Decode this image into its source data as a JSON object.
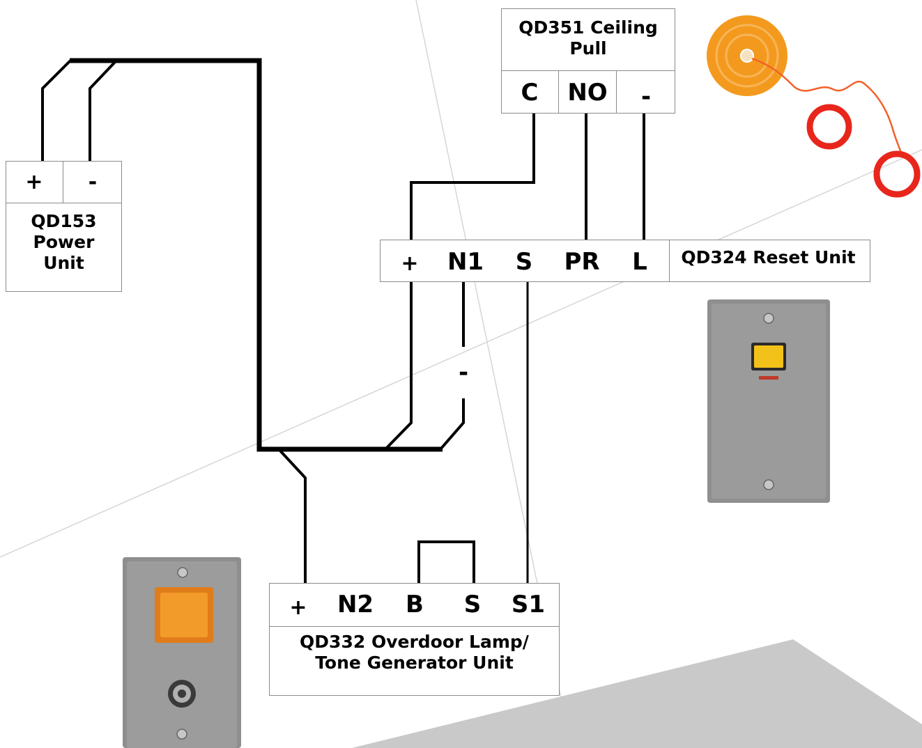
{
  "power_unit": {
    "title": "QD153 Power Unit",
    "title_lines": [
      "QD153",
      "Power",
      "Unit"
    ],
    "terminals": [
      "+",
      "-"
    ]
  },
  "ceiling_pull": {
    "title": "QD351 Ceiling Pull",
    "title_lines": [
      "QD351 Ceiling",
      "Pull"
    ],
    "terminals": [
      "C",
      "NO",
      "-"
    ]
  },
  "reset_unit": {
    "title": "QD324 Reset Unit",
    "terminals": [
      "+",
      "N1",
      "S",
      "PR",
      "L"
    ]
  },
  "overdoor_unit": {
    "title": "QD332 Overdoor Lamp/ Tone Generator Unit",
    "title_lines": [
      "QD332 Overdoor Lamp/",
      "Tone Generator Unit"
    ],
    "terminals": [
      "+",
      "N2",
      "B",
      "S",
      "S1"
    ]
  },
  "wire_label_negative": "-",
  "colors": {
    "wire": "#000000",
    "box_border": "#8a8a8a",
    "background_shape": "#c9c9c9",
    "faint_lines": "#d4d4d4",
    "pull_orange": "#f39a1e",
    "pull_ring_red": "#e8261c",
    "reset_button_yellow": "#f2c21a",
    "lamp_orange": "#f39b2a",
    "steel_plate": "#8e8e8e"
  }
}
